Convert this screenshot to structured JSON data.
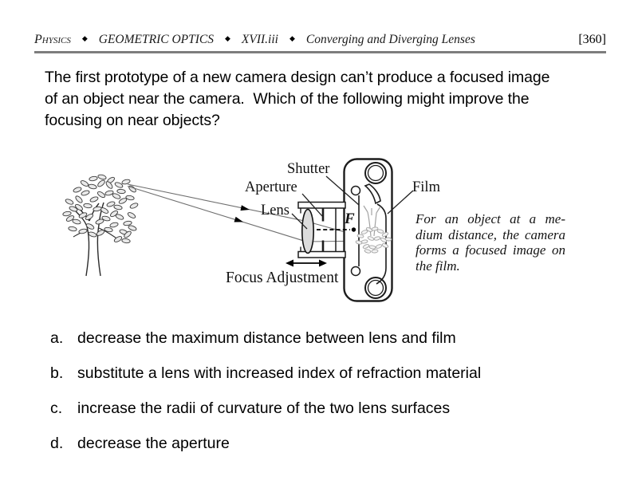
{
  "header": {
    "subject": "Physics",
    "separator": "◆",
    "topic": "GEOMETRIC OPTICS",
    "section": "XVII.iii",
    "subtopic": "Converging and Diverging Lenses",
    "page_number": "[360]"
  },
  "question": {
    "lines": [
      "The first prototype of a new camera design can’t produce a focused image",
      "of an object near the camera.  Which of the following might improve the",
      "focusing on near objects?"
    ]
  },
  "diagram": {
    "labels": {
      "shutter": "Shutter",
      "aperture": "Aperture",
      "lens": "Lens",
      "focal_point": "F",
      "film": "Film",
      "focus_adjustment": "Focus Adjustment"
    },
    "caption_lines": [
      "For an object at a me-",
      "dium distance, the camera",
      "forms a focused image on",
      "the film."
    ]
  },
  "options": [
    {
      "label": "a.",
      "text": "decrease the maximum distance between lens and film"
    },
    {
      "label": "b.",
      "text": "substitute a lens with increased index of refraction material"
    },
    {
      "label": "c.",
      "text": "increase the radii of curvature of the two lens surfaces"
    },
    {
      "label": "d.",
      "text": "decrease the aperture"
    }
  ]
}
